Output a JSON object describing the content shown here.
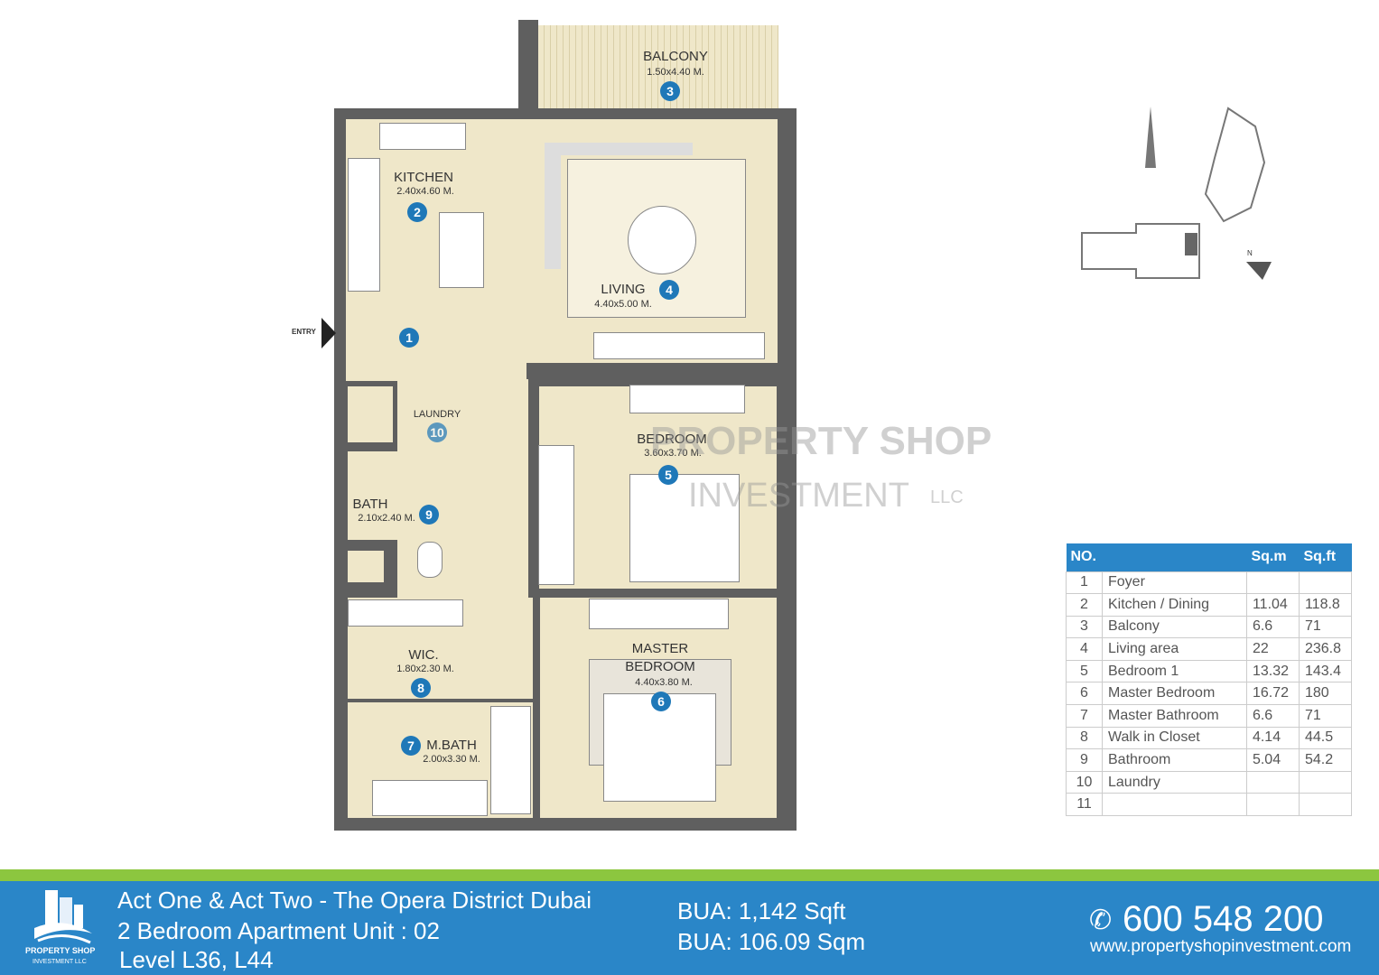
{
  "plan": {
    "entry": "ENTRY",
    "rooms": [
      {
        "no": "3",
        "name": "BALCONY",
        "dims": "1.50x4.40 M."
      },
      {
        "no": "2",
        "name": "KITCHEN",
        "dims": "2.40x4.60 M."
      },
      {
        "no": "4",
        "name": "LIVING",
        "dims": "4.40x5.00 M."
      },
      {
        "no": "1",
        "name": "",
        "dims": ""
      },
      {
        "no": "10",
        "name": "LAUNDRY",
        "dims": ""
      },
      {
        "no": "5",
        "name": "BEDROOM",
        "dims": "3.60x3.70 M."
      },
      {
        "no": "9",
        "name": "BATH",
        "dims": "2.10x2.40 M."
      },
      {
        "no": "8",
        "name": "WIC.",
        "dims": "1.80x2.30 M."
      },
      {
        "no": "6",
        "name": "MASTER BEDROOM",
        "name1": "MASTER",
        "name2": "BEDROOM",
        "dims": "4.40x3.80 M."
      },
      {
        "no": "7",
        "name": "M.BATH",
        "dims": "2.00x3.30 M."
      }
    ],
    "north": "N"
  },
  "watermark": {
    "line1": "PROPERTY SHOP",
    "line2": "INVESTMENT",
    "line3": "LLC"
  },
  "area_table": {
    "headers": [
      "NO.",
      "",
      "Sq.m",
      "Sq.ft"
    ],
    "rows": [
      [
        "1",
        "Foyer",
        "",
        ""
      ],
      [
        "2",
        "Kitchen / Dining",
        "11.04",
        "118.8"
      ],
      [
        "3",
        "Balcony",
        "6.6",
        "71"
      ],
      [
        "4",
        "Living area",
        "22",
        "236.8"
      ],
      [
        "5",
        "Bedroom 1",
        "13.32",
        "143.4"
      ],
      [
        "6",
        "Master Bedroom",
        "16.72",
        "180"
      ],
      [
        "7",
        "Master Bathroom",
        "6.6",
        "71"
      ],
      [
        "8",
        "Walk in Closet",
        "4.14",
        "44.5"
      ],
      [
        "9",
        "Bathroom",
        "5.04",
        "54.2"
      ],
      [
        "10",
        "Laundry",
        "",
        ""
      ],
      [
        "11",
        "",
        "",
        ""
      ]
    ]
  },
  "footer": {
    "logo_line1": "PROPERTY SHOP",
    "logo_line2": "INVESTMENT LLC",
    "title": "Act One & Act Two - The Opera District Dubai",
    "subtitle": "2 Bedroom Apartment Unit : 02",
    "level": "Level  L36, L44",
    "bua_sqft": "BUA: 1,142 Sqft",
    "bua_sqm": "BUA: 106.09 Sqm",
    "phone": "600 548 200",
    "website": "www.propertyshopinvestment.com"
  },
  "colors": {
    "brand_blue": "#2a86c8",
    "brand_green": "#8cc63f",
    "floor": "#efe7c9",
    "badge": "#1f78b8"
  }
}
